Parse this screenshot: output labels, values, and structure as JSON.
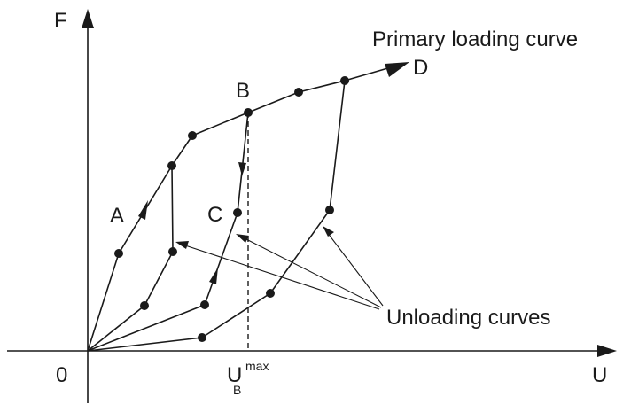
{
  "axes": {
    "vertical_label": "F",
    "horizontal_label": "U",
    "origin_label": "0"
  },
  "points": {
    "a": "A",
    "b": "B",
    "c": "C",
    "d": "D"
  },
  "annotations": {
    "primary_curve": "Primary loading curve",
    "unloading_curves": "Unloading curves",
    "u_b_max_main": "U",
    "u_b_max_sup": "max",
    "u_b_max_sub": "B"
  },
  "colors": {
    "ink": "#1a1a1a",
    "background": "#ffffff"
  }
}
